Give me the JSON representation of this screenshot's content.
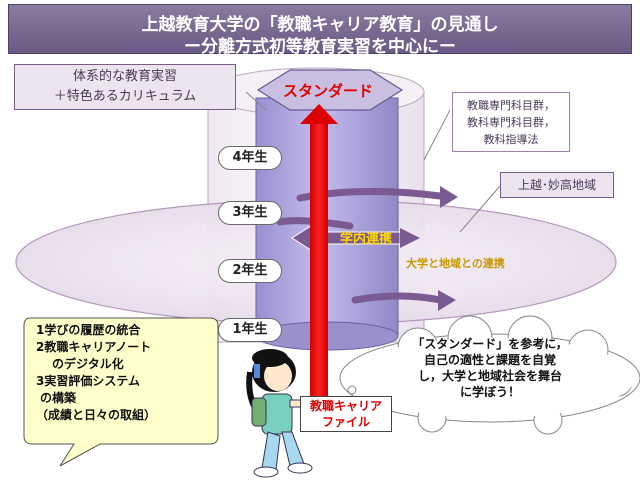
{
  "title": {
    "line1": "上越教育大学の「教職キャリア教育」の見通し",
    "line2": "ー分離方式初等教育実習を中心にー"
  },
  "curriculum_box": {
    "line1": "体系的な教育実習",
    "line2": "＋特色あるカリキュラム"
  },
  "standard_label": "スタンダード",
  "subjects_box": {
    "line1": "教職専門科目群，",
    "line2": "教科専門科目群，",
    "line3": "教科指導法"
  },
  "region_box": "上越･妙高地域",
  "campus_link": "学内連携",
  "region_link": "大学と地域との連携",
  "years": [
    "4年生",
    "3年生",
    "2年生",
    "1年生"
  ],
  "goals": [
    "1学びの履歴の統合",
    "2教職キャリアノート",
    "のデジタル化",
    "3実習評価システム",
    "の構築",
    "（成績と日々の取組）"
  ],
  "file_label": {
    "line1": "教職キャリア",
    "line2": "ファイル"
  },
  "message": [
    "「スタンダード」を参考に，",
    "自己の適性と課題を自覚",
    "し，大学と地域社会を舞台",
    "に学ぼう！"
  ]
}
